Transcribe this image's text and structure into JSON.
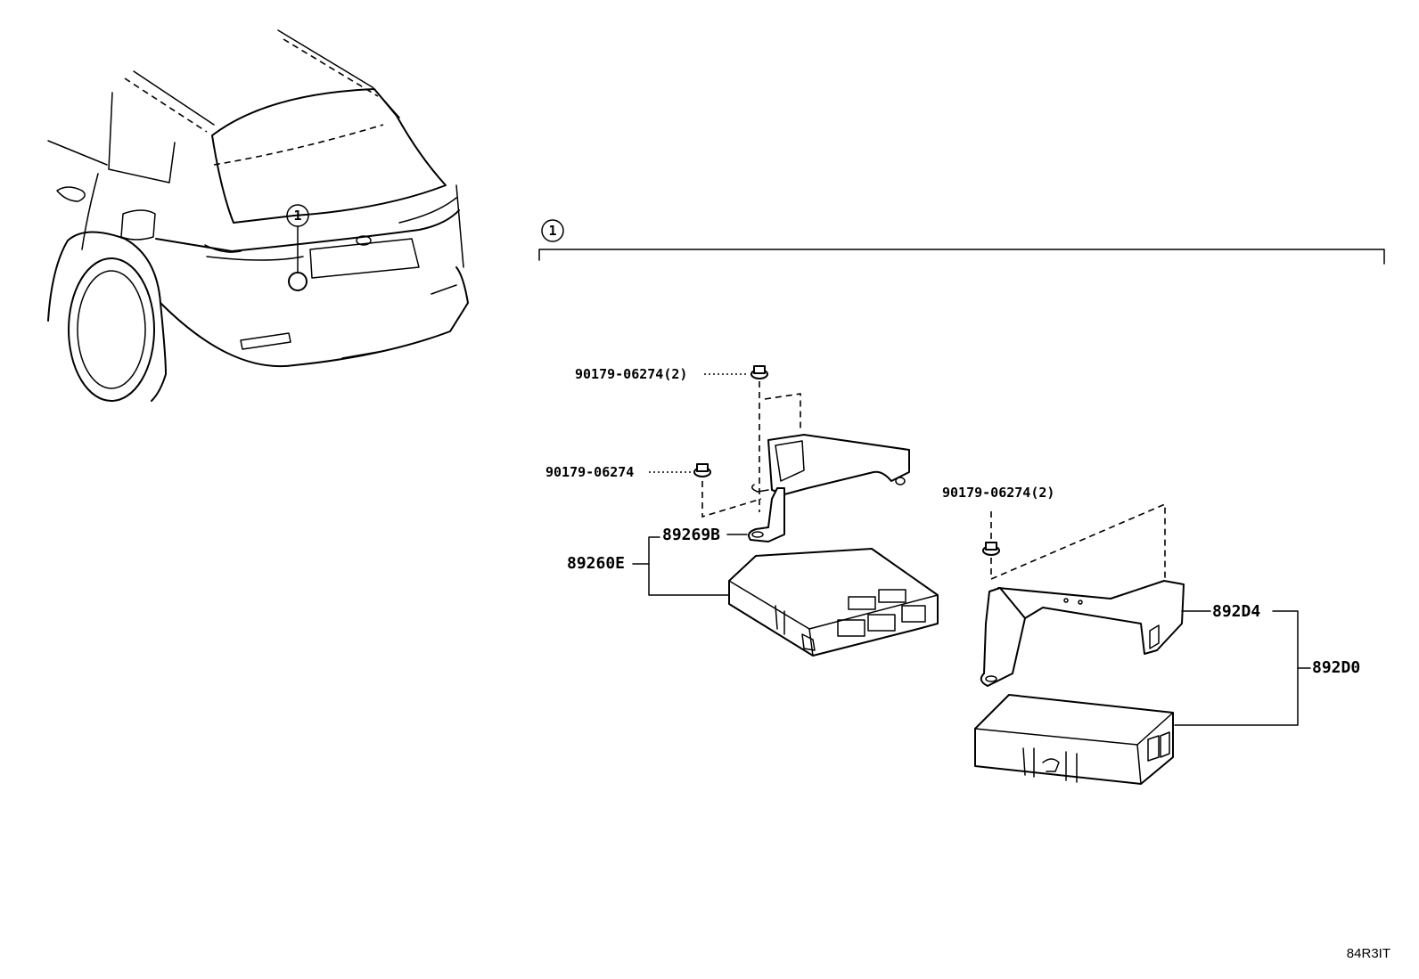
{
  "callout": {
    "number": "1"
  },
  "parts": {
    "bolt_top": "90179-06274(2)",
    "bolt_left": "90179-06274",
    "bolt_right": "90179-06274(2)",
    "bracket_left": "89269B",
    "ecu_left": "89260E",
    "bracket_right": "892D4",
    "ecu_right": "892D0"
  },
  "diagram_id": "84R3IT"
}
